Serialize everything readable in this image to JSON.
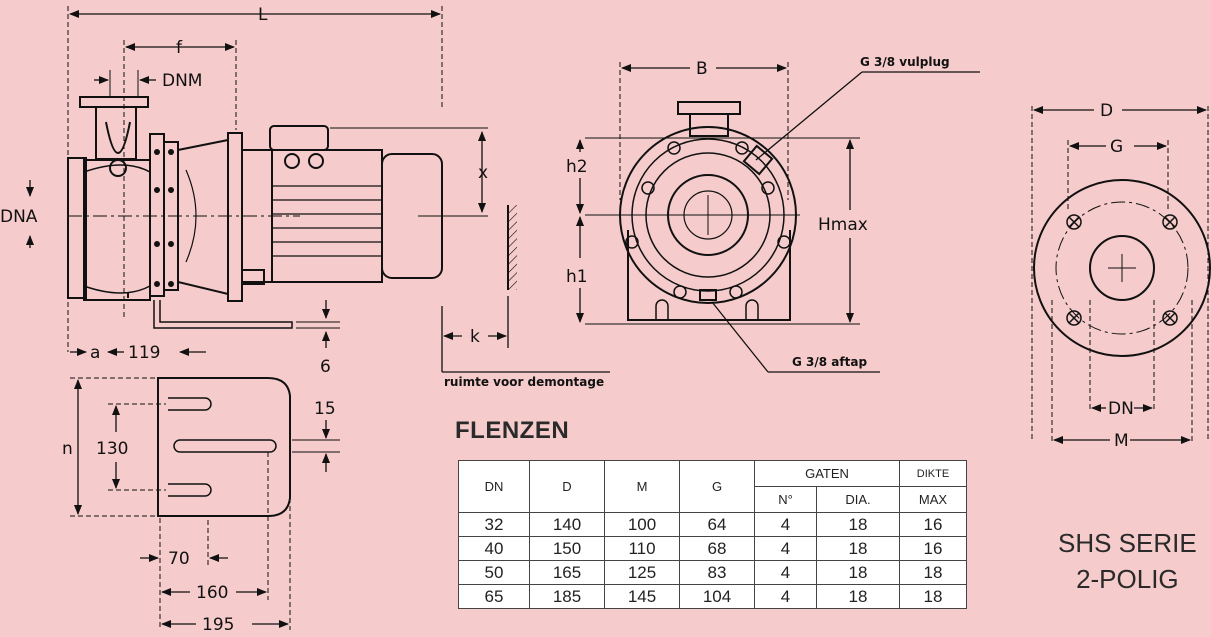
{
  "dims": {
    "L": "L",
    "f": "f",
    "DNM": "DNM",
    "DNA": "DNA",
    "x": "x",
    "a": "a",
    "a_119": "119",
    "six": "6",
    "k": "k",
    "n": "n",
    "n130": "130",
    "n15": "15",
    "n70": "70",
    "n160": "160",
    "n195": "195",
    "B": "B",
    "h2": "h2",
    "h1": "h1",
    "Hmax": "Hmax",
    "D": "D",
    "G": "G",
    "DN": "DN",
    "M": "M"
  },
  "callouts": {
    "vulplug": "G 3/8 vulplug",
    "aftap": "G 3/8 aftap",
    "demontage": "ruimte voor demontage"
  },
  "title": "FLENZEN",
  "series": {
    "line1": "SHS SERIE",
    "line2": "2-POLIG"
  },
  "table": {
    "headers": {
      "dn": "DN",
      "d": "D",
      "m": "M",
      "g": "G",
      "gaten": "GATEN",
      "dikte": "DIKTE",
      "n": "N°",
      "dia": "DIA.",
      "max": "MAX"
    },
    "rows": [
      [
        "32",
        "140",
        "100",
        "64",
        "4",
        "18",
        "16"
      ],
      [
        "40",
        "150",
        "110",
        "68",
        "4",
        "18",
        "16"
      ],
      [
        "50",
        "165",
        "125",
        "83",
        "4",
        "18",
        "18"
      ],
      [
        "65",
        "185",
        "145",
        "104",
        "4",
        "18",
        "18"
      ]
    ]
  }
}
